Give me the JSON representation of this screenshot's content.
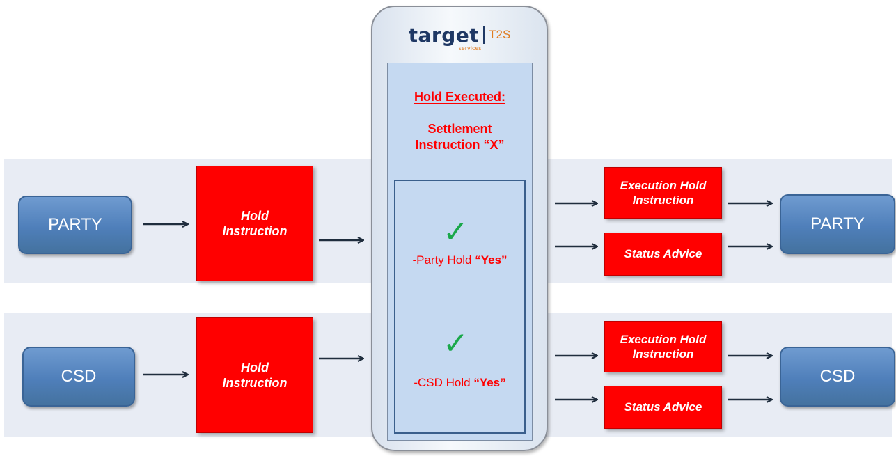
{
  "colors": {
    "entity_blue": "#4f81bd",
    "message_red": "#ff0000",
    "band_gray": "#e8ecf4",
    "t2s_inner": "#c5d9f1",
    "check_green": "#1aa84a"
  },
  "logo": {
    "word": "target",
    "sub": "services",
    "product": "T2S"
  },
  "t2s": {
    "heading": "Hold Executed:",
    "instruction_line1": "Settlement",
    "instruction_line2": "Instruction “X”",
    "party_hold_prefix": "-Party Hold ",
    "party_hold_value": "“Yes”",
    "csd_hold_prefix": "-CSD Hold ",
    "csd_hold_value": "“Yes”",
    "check_icon": "✓"
  },
  "rows": [
    {
      "sender": "PARTY",
      "hold_line1": "Hold",
      "hold_line2": "Instruction",
      "out1_line1": "Execution Hold",
      "out1_line2": "Instruction",
      "out2": "Status Advice",
      "receiver": "PARTY"
    },
    {
      "sender": "CSD",
      "hold_line1": "Hold",
      "hold_line2": "Instruction",
      "out1_line1": "Execution Hold",
      "out1_line2": "Instruction",
      "out2": "Status Advice",
      "receiver": "CSD"
    }
  ]
}
